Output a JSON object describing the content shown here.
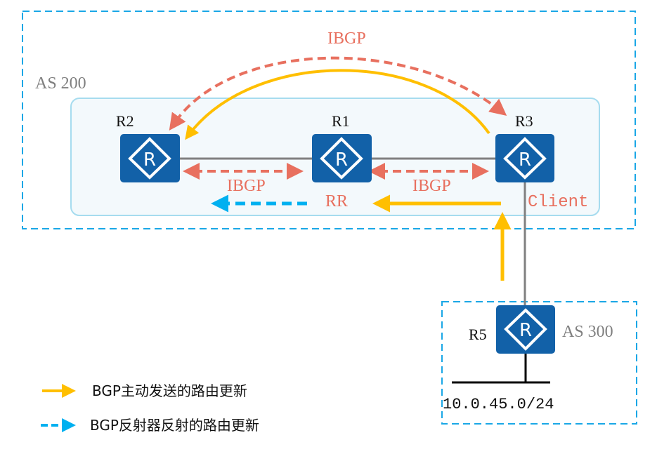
{
  "colors": {
    "as_border": "#1aa7e6",
    "inner_fill": "#f3f9fc",
    "inner_border": "#a6dcef",
    "router_fill": "#1261a8",
    "link": "#808080",
    "ibgp": "#e8705f",
    "active_update": "#ffbf00",
    "reflected_update": "#00b0f0"
  },
  "as_regions": [
    {
      "label": "AS 200"
    },
    {
      "label": "AS 300"
    }
  ],
  "routers": {
    "r1": {
      "name": "R1",
      "role": "RR",
      "icon": "router-icon",
      "symbol": "R"
    },
    "r2": {
      "name": "R2",
      "icon": "router-icon",
      "symbol": "R"
    },
    "r3": {
      "name": "R3",
      "role": "Client",
      "icon": "router-icon",
      "symbol": "R"
    },
    "r5": {
      "name": "R5",
      "icon": "router-icon",
      "symbol": "R"
    }
  },
  "sessions": {
    "r2_r3": "IBGP",
    "r2_r1": "IBGP",
    "r1_r3": "IBGP"
  },
  "network": "10.0.45.0/24",
  "legend": [
    {
      "style": "solid",
      "color": "#ffbf00",
      "label": "BGP主动发送的路由更新"
    },
    {
      "style": "dashed",
      "color": "#00b0f0",
      "label": "BGP反射器反射的路由更新"
    }
  ]
}
